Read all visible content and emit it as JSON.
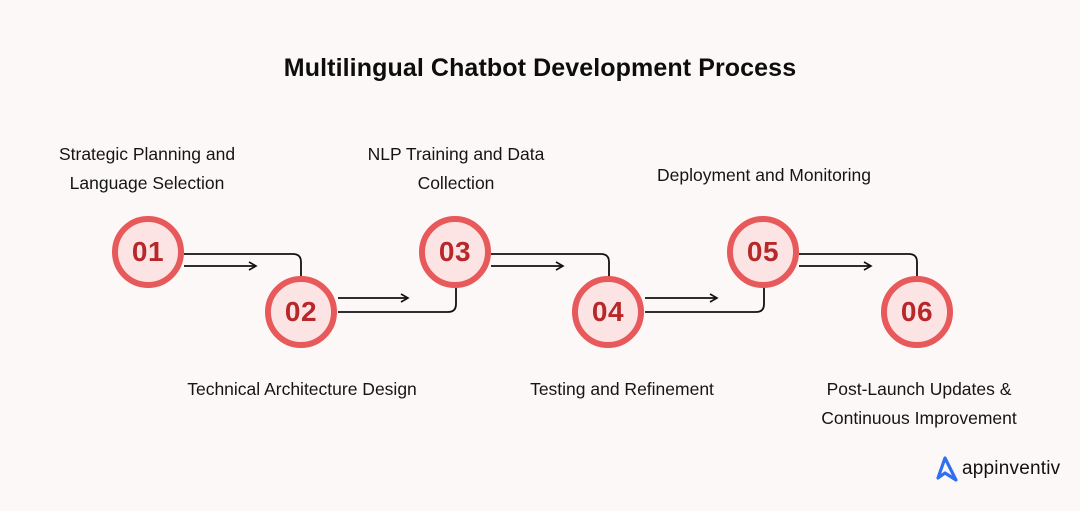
{
  "title": "Multilingual Chatbot Development Process",
  "colors": {
    "background": "#fdf8f8",
    "circle_stroke": "#e7595a",
    "circle_fill": "#fbe4e3",
    "number_text": "#b8282b",
    "connector": "#111111",
    "logo_accent": "#2f6ff0"
  },
  "steps": [
    {
      "number": "01",
      "label_line1": "Strategic Planning and",
      "label_line2": "Language Selection"
    },
    {
      "number": "02",
      "label_line1": "Technical Architecture Design",
      "label_line2": ""
    },
    {
      "number": "03",
      "label_line1": "NLP Training and Data",
      "label_line2": "Collection"
    },
    {
      "number": "04",
      "label_line1": "Testing and Refinement",
      "label_line2": ""
    },
    {
      "number": "05",
      "label_line1": "Deployment and Monitoring",
      "label_line2": ""
    },
    {
      "number": "06",
      "label_line1": "Post-Launch Updates &",
      "label_line2": "Continuous Improvement"
    }
  ],
  "logo": {
    "icon": "appinventiv-a-logo-icon",
    "text": "appinventiv"
  }
}
